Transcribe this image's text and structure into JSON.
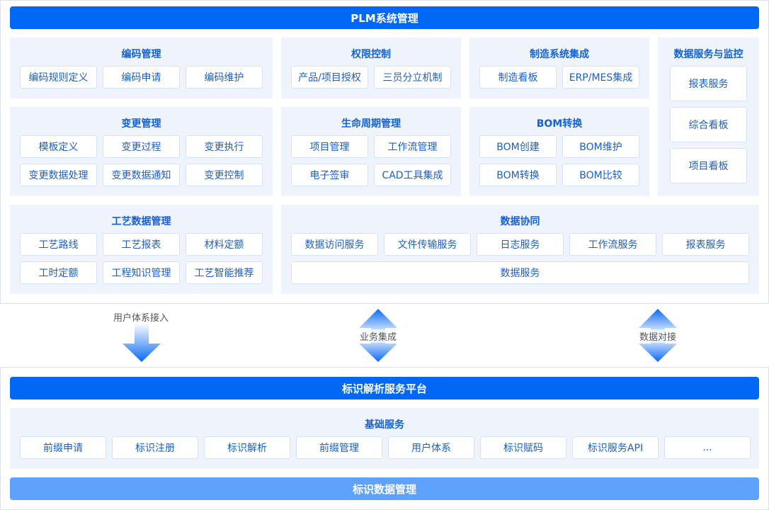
{
  "plm": {
    "title": "PLM系统管理",
    "sections": [
      {
        "title": "编码管理",
        "items": [
          "编码规则定义",
          "编码申请",
          "编码维护"
        ]
      },
      {
        "title": "权限控制",
        "items": [
          "产品/项目授权",
          "三员分立机制"
        ]
      },
      {
        "title": "制造系统集成",
        "items": [
          "制造看板",
          "ERP/MES集成"
        ]
      },
      {
        "title": "数据服务与监控",
        "items": [
          "报表服务",
          "综合看板",
          "项目看板"
        ]
      },
      {
        "title": "变更管理",
        "items": [
          "模板定义",
          "变更过程",
          "变更执行",
          "变更数据处理",
          "变更数据通知",
          "变更控制"
        ]
      },
      {
        "title": "生命周期管理",
        "items": [
          "项目管理",
          "工作流管理",
          "电子签审",
          "CAD工具集成"
        ]
      },
      {
        "title": "BOM转换",
        "items": [
          "BOM创建",
          "BOM维护",
          "BOM转换",
          "BOM比较"
        ]
      },
      {
        "title": "工艺数据管理",
        "items": [
          "工艺路线",
          "工艺报表",
          "材料定额",
          "工时定额",
          "工程知识管理",
          "工艺智能推荐"
        ]
      },
      {
        "title": "数据协同",
        "items": [
          "数据访问服务",
          "文件传输服务",
          "日志服务",
          "工作流服务",
          "报表服务",
          "数据服务"
        ]
      }
    ]
  },
  "arrows": [
    "用户体系接入",
    "业务集成",
    "数据对接"
  ],
  "platform": {
    "title": "标识解析服务平台",
    "sections": [
      {
        "title": "基础服务",
        "items": [
          "前缀申请",
          "标识注册",
          "标识解析",
          "前缀管理",
          "用户体系",
          "标识赋码",
          "标识服务API",
          "..."
        ]
      }
    ],
    "footer": "标识数据管理"
  },
  "colors": {
    "primary": "#0068f5",
    "section_bg": "#eef3fc",
    "footer": "#5fa2fb"
  }
}
